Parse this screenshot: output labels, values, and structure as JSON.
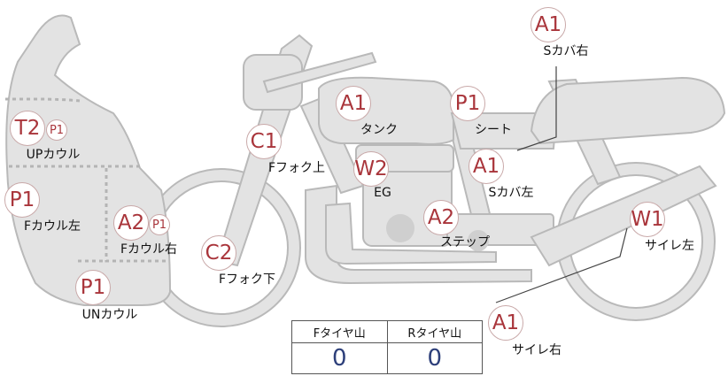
{
  "parts": [
    {
      "id": "s-cover-right-top",
      "grade": "A1",
      "label": "Sカバ右"
    },
    {
      "id": "tank",
      "grade": "A1",
      "label": "タンク"
    },
    {
      "id": "seat",
      "grade": "P1",
      "label": "シート"
    },
    {
      "id": "up-cowl",
      "grade": "T2",
      "sub": "P1",
      "label": "UPカウル"
    },
    {
      "id": "front-fork-upper",
      "grade": "C1",
      "label": "Fフォク上"
    },
    {
      "id": "engine",
      "grade": "W2",
      "label": "EG"
    },
    {
      "id": "s-cover-left",
      "grade": "A1",
      "label": "Sカバ左"
    },
    {
      "id": "front-cowl-left",
      "grade": "P1",
      "label": "Fカウル左"
    },
    {
      "id": "front-cowl-right",
      "grade": "A2",
      "sub": "P1",
      "label": "Fカウル右"
    },
    {
      "id": "step",
      "grade": "A2",
      "label": "ステップ"
    },
    {
      "id": "muffler-left",
      "grade": "W1",
      "label": "サイレ左"
    },
    {
      "id": "front-fork-lower",
      "grade": "C2",
      "label": "Fフォク下"
    },
    {
      "id": "under-cowl",
      "grade": "P1",
      "label": "UNカウル"
    },
    {
      "id": "muffler-right",
      "grade": "A1",
      "label": "サイレ右"
    }
  ],
  "tires": {
    "front_header": "Fタイヤ山",
    "rear_header": "Rタイヤ山",
    "front_value": "0",
    "rear_value": "0"
  },
  "colors": {
    "grade_text": "#a9353b",
    "tire_value": "#2d3f7a",
    "part_fill": "#e3e3e3"
  }
}
